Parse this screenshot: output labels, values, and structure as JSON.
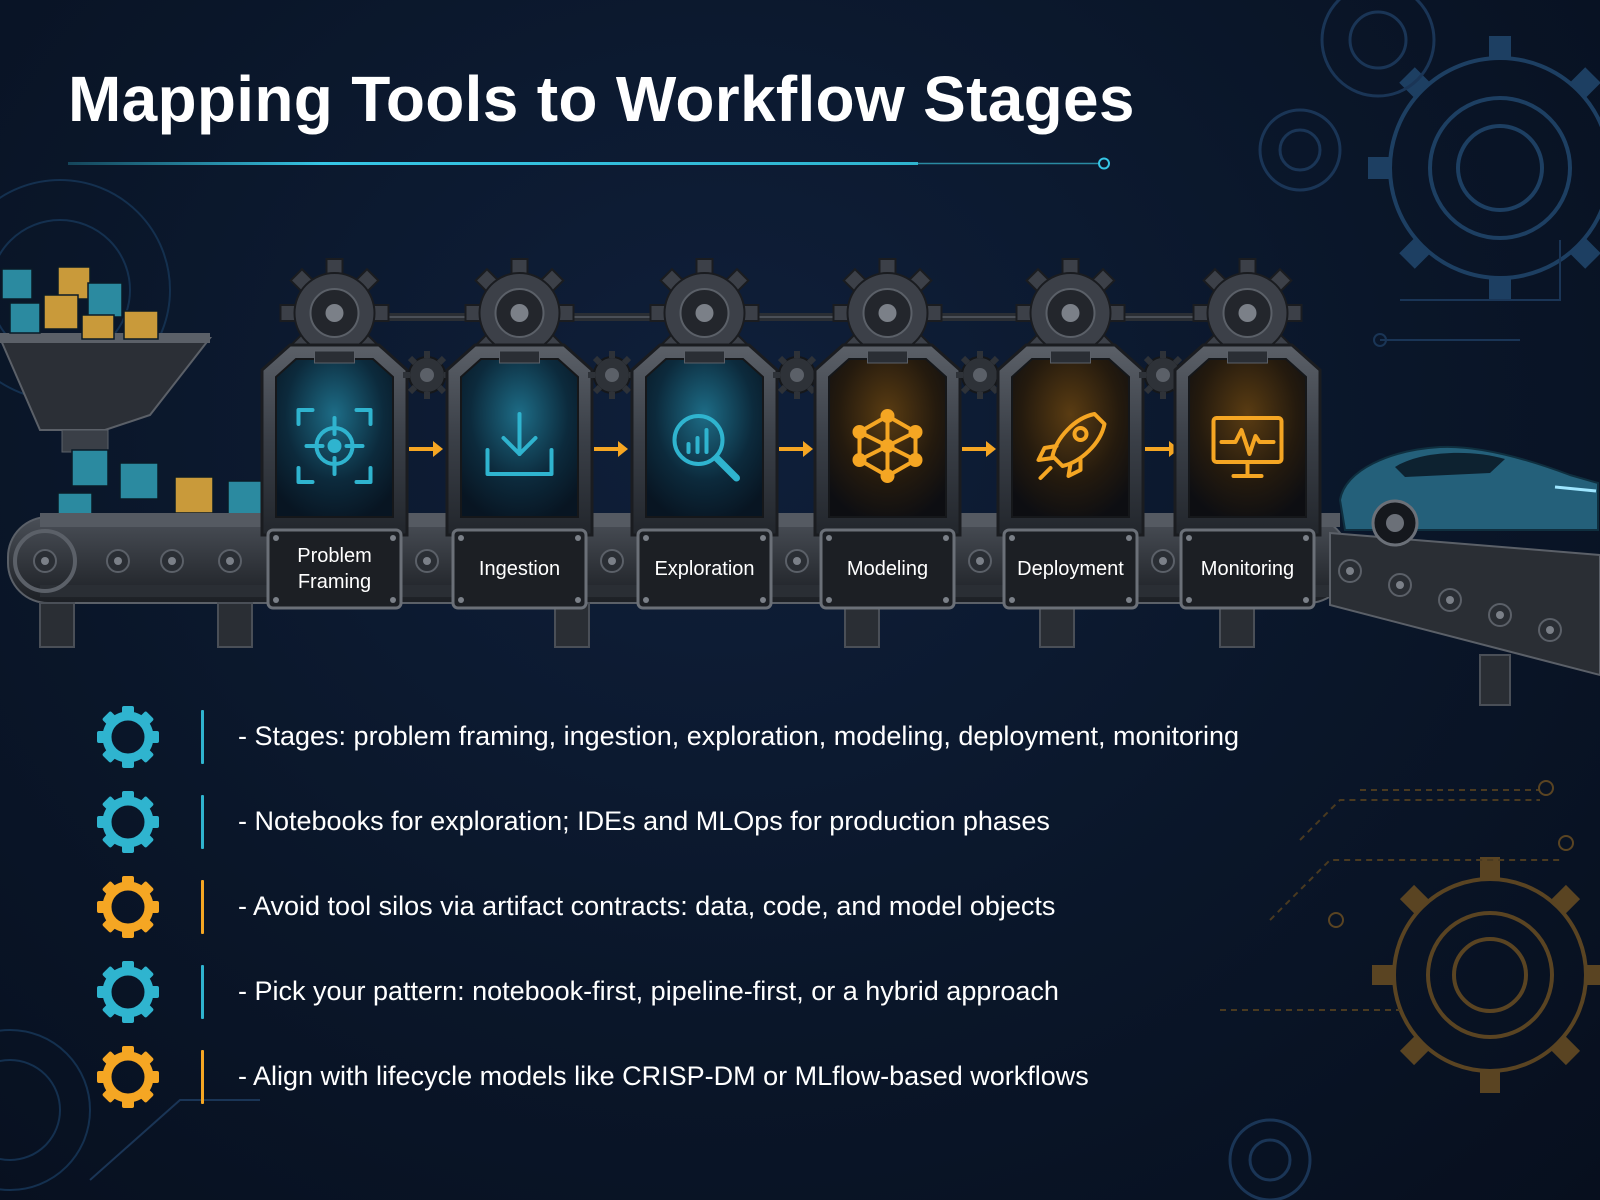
{
  "title": "Mapping Tools to Workflow Stages",
  "colors": {
    "background": "#0a1629",
    "accent_teal": "#2fb4cf",
    "accent_orange": "#f5a623",
    "panel_steel": "#3a3f47"
  },
  "stages": [
    {
      "label": "Problem Framing",
      "icon": "target-icon",
      "color": "teal"
    },
    {
      "label": "Ingestion",
      "icon": "download-icon",
      "color": "teal"
    },
    {
      "label": "Exploration",
      "icon": "magnifier-chart-icon",
      "color": "teal"
    },
    {
      "label": "Modeling",
      "icon": "network-icon",
      "color": "orange"
    },
    {
      "label": "Deployment",
      "icon": "rocket-icon",
      "color": "orange"
    },
    {
      "label": "Monitoring",
      "icon": "monitor-pulse-icon",
      "color": "orange"
    }
  ],
  "bullets": [
    {
      "text": "- Stages: problem framing, ingestion, exploration, modeling, deployment, monitoring",
      "icon": "gear-icon",
      "color": "teal"
    },
    {
      "text": "- Notebooks for exploration; IDEs and MLOps for production phases",
      "icon": "gear-icon",
      "color": "teal"
    },
    {
      "text": "- Avoid tool silos via artifact contracts: data, code, and model objects",
      "icon": "gear-icon",
      "color": "orange"
    },
    {
      "text": "- Pick your pattern: notebook-first, pipeline-first, or a hybrid approach",
      "icon": "gear-icon",
      "color": "teal"
    },
    {
      "text": "- Align with lifecycle models like CRISP-DM or MLflow-based workflows",
      "icon": "gear-icon",
      "color": "orange"
    }
  ]
}
